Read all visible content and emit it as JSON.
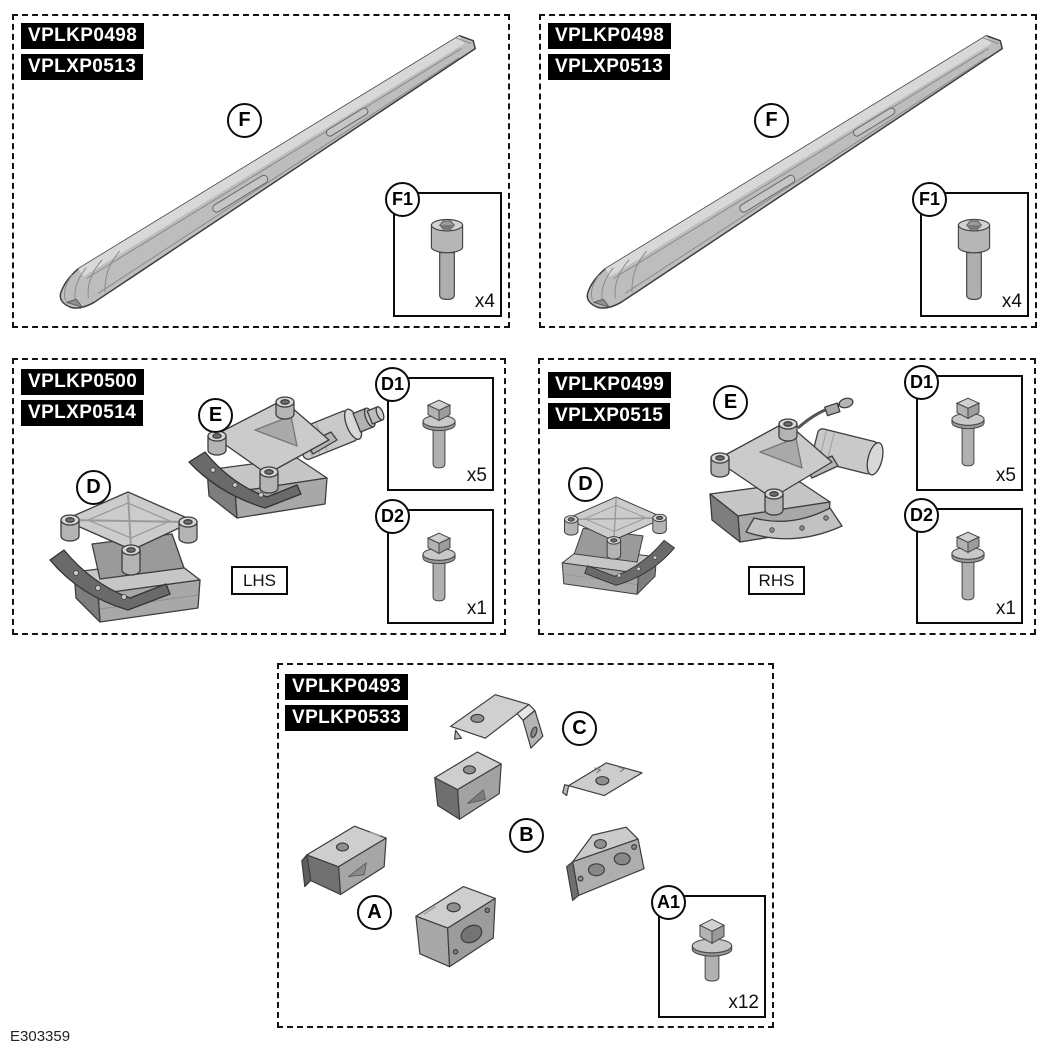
{
  "figure_id": "E303359",
  "colors": {
    "background": "#ffffff",
    "line": "#141414",
    "chip_bg": "#000000",
    "chip_text": "#ffffff",
    "part_light": "#d4d4d4",
    "part_mid": "#b5b5b5",
    "part_dark": "#8a8a8a",
    "flange_dark": "#6a6a6a"
  },
  "panels": {
    "top_left": {
      "codes": [
        "VPLKP0498",
        "VPLXP0513"
      ],
      "callout": "F",
      "inset": {
        "label": "F1",
        "qty": "x4",
        "fastener": "socket-head-cap-screw"
      }
    },
    "top_right": {
      "codes": [
        "VPLKP0498",
        "VPLXP0513"
      ],
      "callout": "F",
      "inset": {
        "label": "F1",
        "qty": "x4",
        "fastener": "socket-head-cap-screw"
      }
    },
    "mid_left": {
      "codes": [
        "VPLKP0500",
        "VPLXP0514"
      ],
      "callout_d": "D",
      "callout_e": "E",
      "side": "LHS",
      "inset_d1": {
        "label": "D1",
        "qty": "x5",
        "fastener": "flange-hex-bolt"
      },
      "inset_d2": {
        "label": "D2",
        "qty": "x1",
        "fastener": "flange-hex-bolt"
      }
    },
    "mid_right": {
      "codes": [
        "VPLKP0499",
        "VPLXP0515"
      ],
      "callout_d": "D",
      "callout_e": "E",
      "side": "RHS",
      "inset_d1": {
        "label": "D1",
        "qty": "x5",
        "fastener": "flange-hex-bolt"
      },
      "inset_d2": {
        "label": "D2",
        "qty": "x1",
        "fastener": "flange-hex-bolt"
      }
    },
    "bottom": {
      "codes": [
        "VPLKP0493",
        "VPLKP0533"
      ],
      "callout_a": "A",
      "callout_b": "B",
      "callout_c": "C",
      "inset_a1": {
        "label": "A1",
        "qty": "x12",
        "fastener": "washer-hex-bolt"
      }
    }
  }
}
